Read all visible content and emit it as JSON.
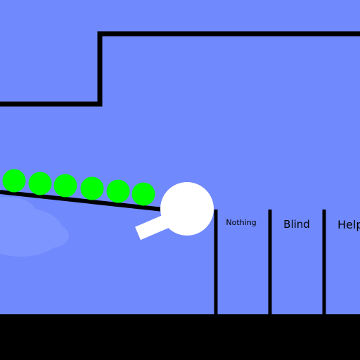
{
  "colors": {
    "sky": "#7089fc",
    "wall": "#000000",
    "ground": "#000000",
    "ball": "#00ff00",
    "launcher": "#ffffff",
    "cloud": "#7d95ff"
  },
  "balls": {
    "count": 6
  },
  "bins": [
    {
      "label": "Nothing"
    },
    {
      "label": "Blind"
    },
    {
      "label": "Help"
    }
  ]
}
